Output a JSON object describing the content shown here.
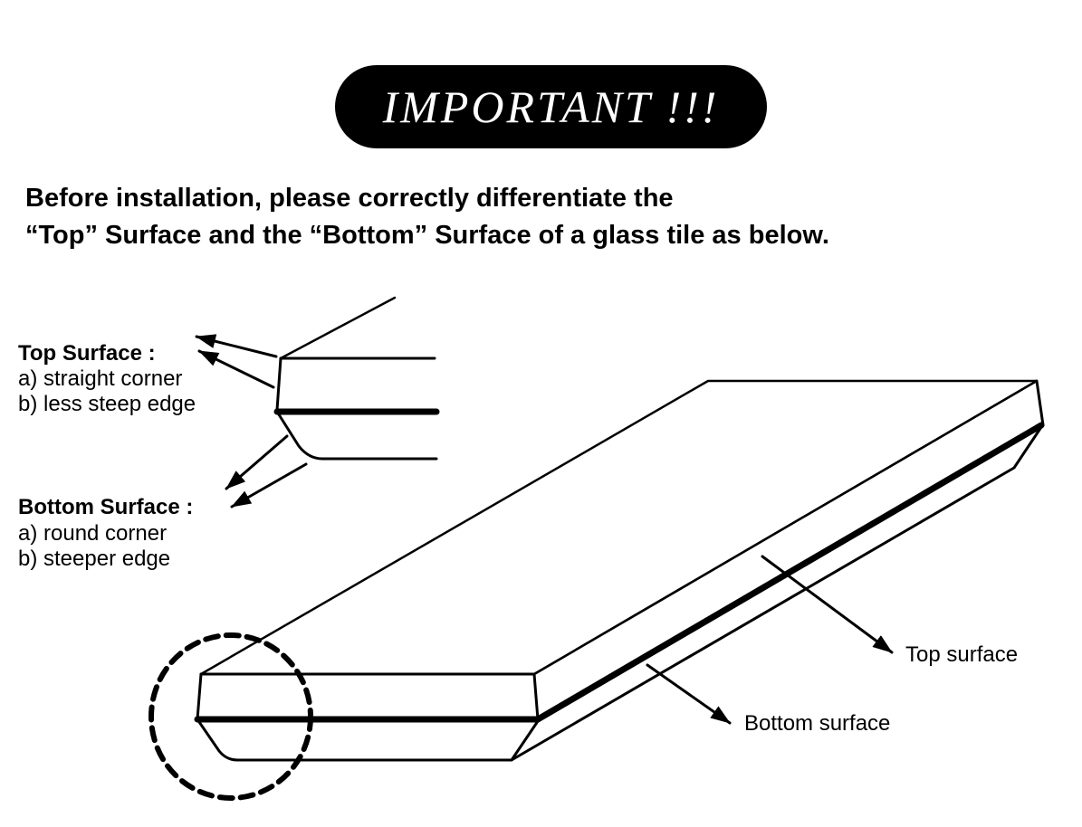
{
  "banner": {
    "text": "IMPORTANT !!!"
  },
  "instructions": {
    "line1": "Before installation, please correctly differentiate the",
    "line2": "“Top” Surface and the “Bottom” Surface of a glass tile as below."
  },
  "top_surface": {
    "heading": "Top Surface :",
    "point_a": "a)  straight corner",
    "point_b": "b)  less steep edge"
  },
  "bottom_surface": {
    "heading": "Bottom Surface :",
    "point_a": "a)  round corner",
    "point_b": "b)  steeper edge"
  },
  "callouts": {
    "top": "Top surface",
    "bottom": "Bottom surface"
  },
  "colors": {
    "ink": "#000000",
    "paper": "#ffffff"
  }
}
